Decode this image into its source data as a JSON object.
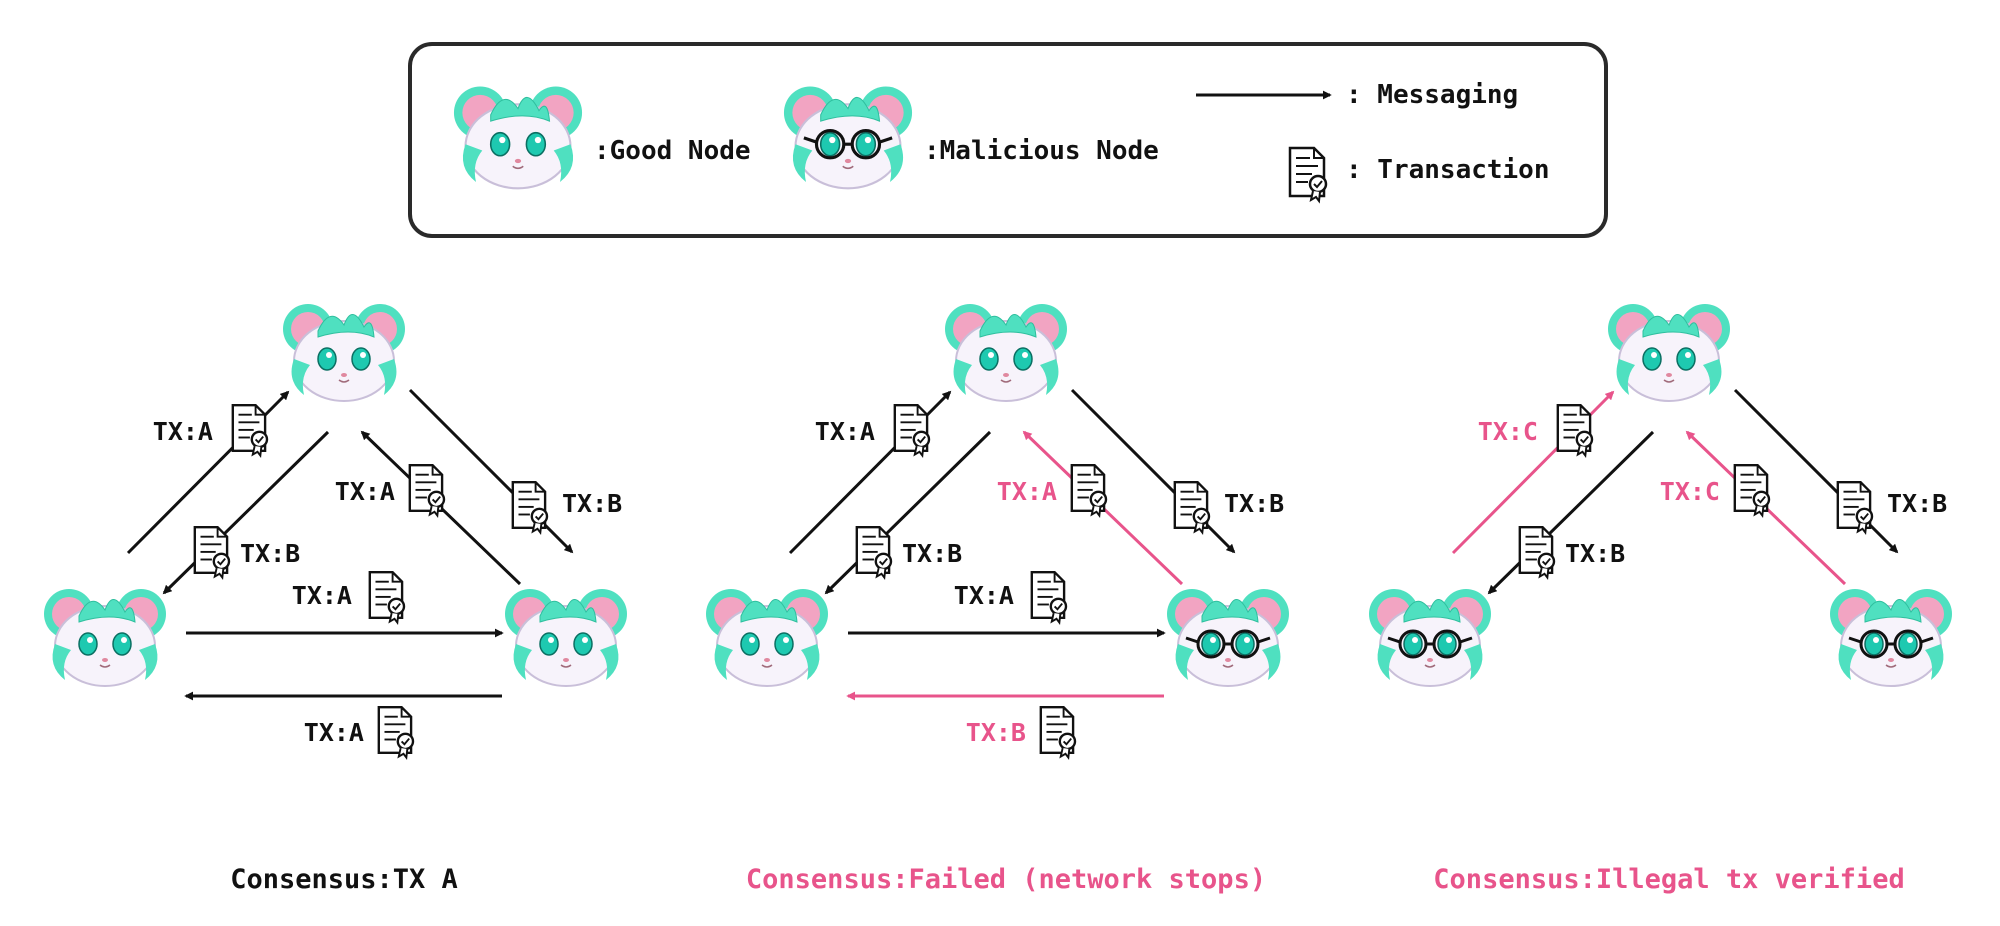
{
  "legend": {
    "good_node": ":Good Node",
    "malicious_node": ":Malicious Node",
    "messaging": ": Messaging",
    "transaction": ": Transaction"
  },
  "colors": {
    "text": "#111111",
    "highlight": "#e8548b",
    "good_fur": "#4fe0c0",
    "ear_inner": "#f2a4c2",
    "face": "#f7f3fb",
    "eye": "#1ec9b0"
  },
  "icons": {
    "node": "hamster-face-icon",
    "malicious_node": "hamster-face-glasses-icon",
    "messaging": "arrow-right-icon",
    "transaction": "document-certificate-icon"
  },
  "scenarios": [
    {
      "caption": "Consensus:TX A",
      "caption_highlight": false,
      "nodes": [
        {
          "role": "top",
          "malicious": false
        },
        {
          "role": "left",
          "malicious": false
        },
        {
          "role": "right",
          "malicious": false
        }
      ],
      "messages": [
        {
          "route": "left-to-top",
          "label": "TX:A",
          "highlight": false
        },
        {
          "route": "top-to-left",
          "label": "TX:B",
          "highlight": false
        },
        {
          "route": "top-to-right",
          "label": "TX:B",
          "highlight": false
        },
        {
          "route": "right-to-top",
          "label": "TX:A",
          "highlight": false
        },
        {
          "route": "left-to-right",
          "label": "TX:A",
          "highlight": false
        },
        {
          "route": "right-to-left",
          "label": "TX:A",
          "highlight": false
        }
      ]
    },
    {
      "caption": "Consensus:Failed (network stops)",
      "caption_highlight": true,
      "nodes": [
        {
          "role": "top",
          "malicious": false
        },
        {
          "role": "left",
          "malicious": false
        },
        {
          "role": "right",
          "malicious": true
        }
      ],
      "messages": [
        {
          "route": "left-to-top",
          "label": "TX:A",
          "highlight": false
        },
        {
          "route": "top-to-left",
          "label": "TX:B",
          "highlight": false
        },
        {
          "route": "top-to-right",
          "label": "TX:B",
          "highlight": false
        },
        {
          "route": "right-to-top",
          "label": "TX:A",
          "highlight": true
        },
        {
          "route": "left-to-right",
          "label": "TX:A",
          "highlight": false
        },
        {
          "route": "right-to-left",
          "label": "TX:B",
          "highlight": true
        }
      ]
    },
    {
      "caption": "Consensus:Illegal tx verified",
      "caption_highlight": true,
      "nodes": [
        {
          "role": "top",
          "malicious": false
        },
        {
          "role": "left",
          "malicious": true
        },
        {
          "role": "right",
          "malicious": true
        }
      ],
      "messages": [
        {
          "route": "left-to-top",
          "label": "TX:C",
          "highlight": true
        },
        {
          "route": "top-to-left",
          "label": "TX:B",
          "highlight": false
        },
        {
          "route": "top-to-right",
          "label": "TX:B",
          "highlight": false
        },
        {
          "route": "right-to-top",
          "label": "TX:C",
          "highlight": true
        }
      ]
    }
  ]
}
